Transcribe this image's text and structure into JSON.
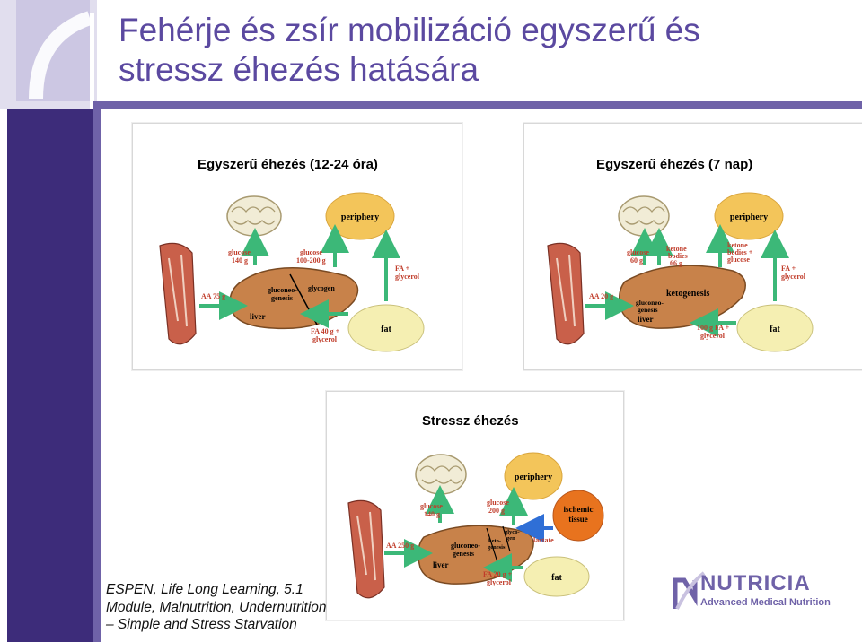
{
  "title": {
    "line1": "Fehérje és zsír mobilizáció egyszerű és",
    "line2": "stressz éhezés hatására"
  },
  "colors": {
    "title": "#5b49a0",
    "sidebar": "#3d2c7a",
    "arrow": "#3cb878",
    "liver": "#c8824a",
    "periphery": "#f3c55a",
    "ischemic": "#e8731e",
    "lactate_arrow": "#2f6fd6"
  },
  "panels": {
    "simple_short": {
      "heading": "Egyszerű éhezés (12-24 óra)",
      "periphery": "periphery",
      "glucose_left": [
        "glucose",
        "140 g"
      ],
      "glucose_right": [
        "glucose",
        "100-200 g"
      ],
      "fa_up": [
        "FA +",
        "glycerol"
      ],
      "aa": "AA 75 g",
      "liver": "liver",
      "gluconeo": [
        "gluconeo-",
        "genesis"
      ],
      "glycogen": "glycogen",
      "fa_in": [
        "FA 40 g +",
        "glycerol"
      ],
      "fat": "fat"
    },
    "simple_long": {
      "heading": "Egyszerű éhezés (7 nap)",
      "periphery": "periphery",
      "glucose_left": [
        "glucose",
        "60 g"
      ],
      "ketone_mid": [
        "ketone",
        "bodies",
        "66 g"
      ],
      "ketone_right": [
        "ketone",
        "bodies +",
        "glucose"
      ],
      "fa_up": [
        "FA +",
        "glycerol"
      ],
      "aa": "AA 20 g",
      "ketogenesis": "ketogenesis",
      "gluconeo": [
        "gluconeo-",
        "genesis"
      ],
      "liver": "liver",
      "fa_in": [
        "100 g FA +",
        "glycerol"
      ],
      "fat": "fat"
    },
    "stress": {
      "heading": "Stressz éhezés",
      "periphery": "periphery",
      "ischemic": [
        "ischemic",
        "tissue"
      ],
      "glucose_left": [
        "glucose",
        "140 g"
      ],
      "glucose_right": [
        "glucose",
        "200 g"
      ],
      "lactate": "lactate",
      "aa": "AA 250 g",
      "gluconeo": [
        "gluconeo-",
        "genesis"
      ],
      "keto": [
        "keto-",
        "genesis"
      ],
      "glyco": [
        "glyco-",
        "gen"
      ],
      "liver": "liver",
      "fa_in": [
        "FA 20 g +",
        "glycerol"
      ],
      "fat": "fat"
    }
  },
  "footer": {
    "line1": "ESPEN, Life Long Learning, 5.1",
    "line2": "Module, Malnutrition, Undernutrition",
    "line3": "– Simple and Stress Starvation"
  },
  "logo": {
    "name": "NUTRICIA",
    "tagline": "Advanced Medical Nutrition",
    "icon": "nutricia-n-logo"
  }
}
